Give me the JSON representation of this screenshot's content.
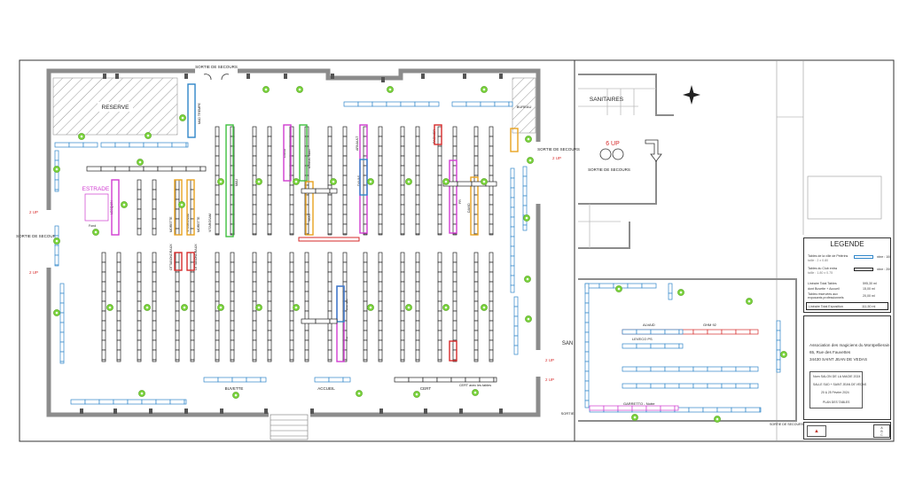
{
  "colors": {
    "wall": "#8c8c8c",
    "table_line": "#222222",
    "highlight_green": "#3fbf3f",
    "highlight_pink": "#d13cd1",
    "highlight_orange": "#e8a21f",
    "highlight_blue": "#2f86c9",
    "highlight_red": "#d62a2a",
    "marker_green": "#78d23a"
  },
  "rooms": {
    "reserve": "RESERVE",
    "bureau": "BUREAU",
    "sanitaires": "SANITAIRES",
    "estrade": "ESTRADE",
    "buvette": "BUVETTE",
    "accueil": "ACCUEIL",
    "cert": "CERT",
    "san_partial": "SAN"
  },
  "exits": {
    "top": "SORTIE DE SECOURS",
    "right": "SORTIE DE SECOURS",
    "right_up": "2 UP",
    "left": "SORTIE DE SECOURS",
    "left_up_a": "2 UP",
    "left_up_b": "2 UP",
    "annex": "SORTIE DE SECOURS",
    "annex_up": "6 UP",
    "lower_right_up_a": "2 UP",
    "lower_right_up_b": "2 UP",
    "annex_bottom_left": "SORTIE",
    "annex_bottom_right": "SORTIE DE SECOURS"
  },
  "exhibitors": {
    "stand_top_left": "MAD TREMPE",
    "lesquin": "LESQUIN",
    "fond": "Fond",
    "a1": "MORETTE",
    "a2": "VITAROSAM",
    "a3": "MORETTE",
    "a4": "VITAROSAM",
    "a5": "OTTABONDRAUX",
    "a6": "OTTABONDRAUX",
    "mau": "MAU",
    "dana": "DANA",
    "assoc": "ASSOC MAG",
    "arnault": "ARNAULT",
    "pagnier": "PAGNIER",
    "duvas": "DUVAS",
    "david": "DAVID",
    "vaxx": "VAXX",
    "borde": "BORDE",
    "fr1": "FR",
    "rs": "RS",
    "magico": "MAGICO",
    "cert_tables": "CERT avec les tables",
    "alvaid": "ALVAID",
    "ghm": "GHM 92",
    "leveco": "LEVECO PS",
    "garretto": "GARRETTO - Notre"
  },
  "legend": {
    "title": "LEGENDE",
    "row1_label": "Tables de la ville de Pélérins",
    "row1_note": "taille : 2 x 0.80",
    "row1_value": "nbre : 100",
    "row2_label": "Tables du Club entra",
    "row2_note": "taille : 1.80 x 0.75",
    "row2_value": "nbre : 200",
    "totals": [
      {
        "label": "Linéaire Total Tables",
        "value": "595,30 ml"
      },
      {
        "label": "dont Buvette + Accueil",
        "value": "15,00 ml"
      },
      {
        "label": "Tables réservées aux",
        "value": ""
      },
      {
        "label": "exposants professionnels",
        "value": "20,00 ml"
      }
    ],
    "expo_label": "Linéaire Total Exposition",
    "expo_value": "111,50 ml"
  },
  "info": {
    "org": "Association des magiciens du Montpellierain",
    "address": "65, Rue des Fauvettes",
    "city": "34430 SAINT JEAN DE VEDAS",
    "event": "Nom SALON DE LA MAGIE 2024",
    "venue": "SALLE SUD + SAINT JEAN DE VEDAS",
    "dates": "20 & 25 Février 2024",
    "doc": "PLAN DES TABLES"
  },
  "cartouche": {
    "row1": "A",
    "row2": "B",
    "row3": "C"
  }
}
